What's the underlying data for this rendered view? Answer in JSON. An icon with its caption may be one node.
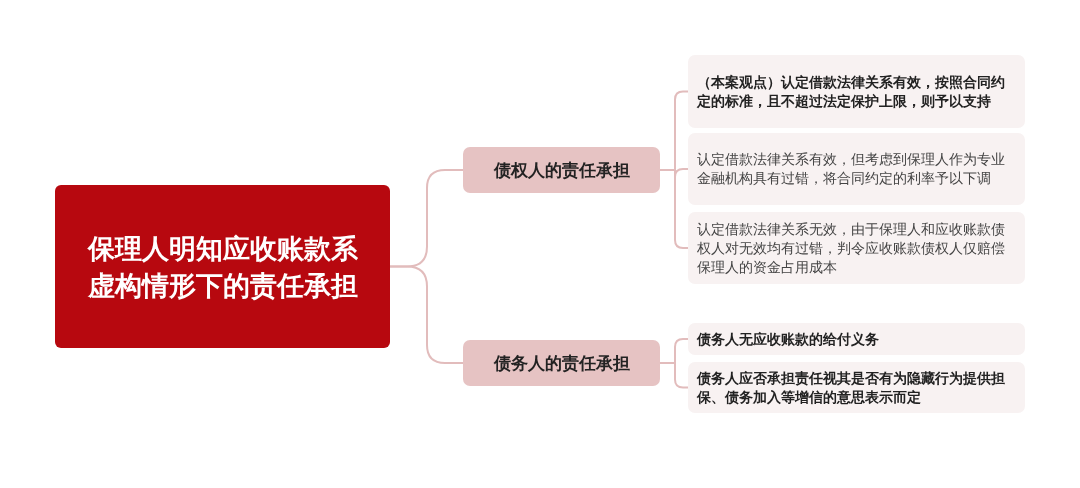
{
  "diagram": {
    "nodes": [
      {
        "text": [
          "保理人明知应收账款系虚构情形下的责任承担"
        ]
      },
      {
        "text": [
          "债权人的责任承担"
        ]
      },
      {
        "text": [
          "债务人的责任承担"
        ]
      },
      {
        "text": [
          "（本案观点）认定借款法律关系有效，按照合同约定的标准，且不超过法定保护上限，则予以支持"
        ]
      },
      {
        "text": [
          "认定借款法律关系有效，但考虑到保理人作为专业金融机构具有过错，将合同约定的利率予以下调"
        ]
      },
      {
        "text": [
          "认定借款法律关系无效，由于保理人和应收账款债权人对无效均有过错，判令应收账款债权人仅赔偿保理人的资金占用成本"
        ]
      },
      {
        "text": [
          "债务人无应收账款的给付义务"
        ]
      },
      {
        "text": [
          "债务人应否承担责任视其是否有为隐藏行为提供担保、债务加入等增信的意思表示而定"
        ]
      }
    ],
    "edges": [
      {
        "from": 0,
        "to": 1,
        "arrow": "none"
      },
      {
        "from": 0,
        "to": 2,
        "arrow": "none"
      },
      {
        "from": 1,
        "to": 3,
        "arrow": "none"
      },
      {
        "from": 1,
        "to": 4,
        "arrow": "none"
      },
      {
        "from": 1,
        "to": 5,
        "arrow": "none"
      },
      {
        "from": 2,
        "to": 6,
        "arrow": "none"
      },
      {
        "from": 2,
        "to": 7,
        "arrow": "none"
      }
    ]
  }
}
